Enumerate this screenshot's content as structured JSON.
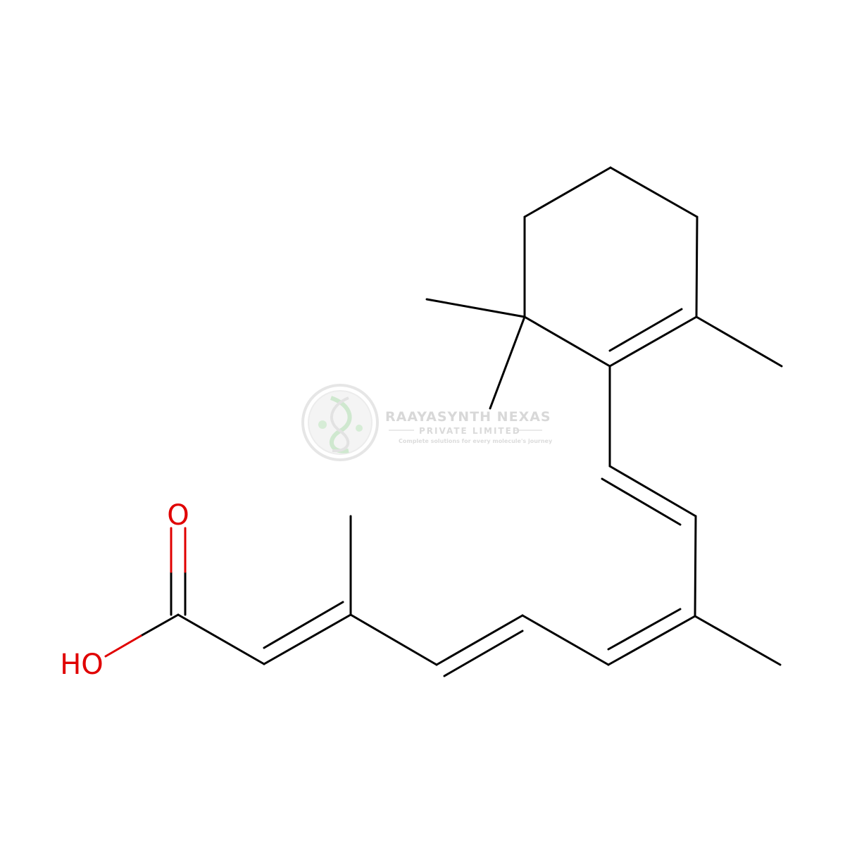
{
  "molecule": {
    "atom_labels": {
      "carbonyl_oxygen": "O",
      "hydroxyl": "HO"
    }
  },
  "watermark": {
    "company": "RAAYASYNTH NEXAS",
    "subtitle": "PRIVATE LIMITED",
    "tagline": "Complete solutions for every molecule's journey",
    "colors": {
      "text": "#d8d8d8",
      "logo_green": "#cfe8cf"
    }
  },
  "colors": {
    "bond": "#000000",
    "oxygen": "#e00000",
    "background": "#ffffff"
  }
}
